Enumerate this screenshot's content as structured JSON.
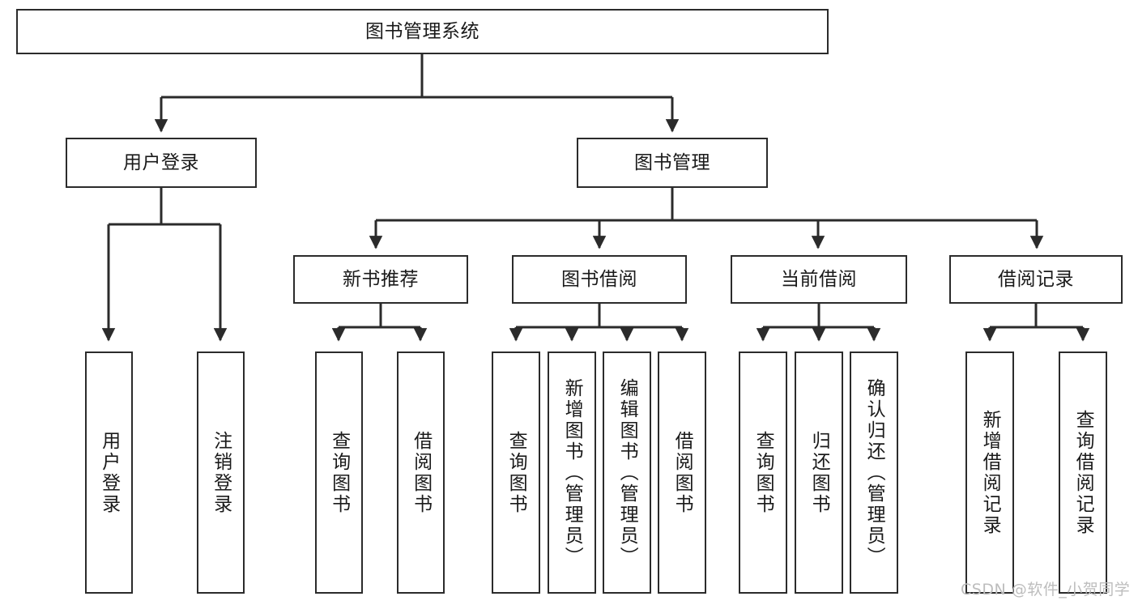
{
  "diagram": {
    "title": "图书管理系统",
    "type": "hierarchy-tree",
    "root": {
      "id": "root",
      "label": "图书管理系统"
    },
    "level2": [
      {
        "id": "user-login",
        "label": "用户登录"
      },
      {
        "id": "book-management",
        "label": "图书管理"
      }
    ],
    "level3": [
      {
        "id": "new-book-recommend",
        "label": "新书推荐",
        "parent": "book-management"
      },
      {
        "id": "book-borrow",
        "label": "图书借阅",
        "parent": "book-management"
      },
      {
        "id": "current-borrow",
        "label": "当前借阅",
        "parent": "book-management"
      },
      {
        "id": "borrow-record",
        "label": "借阅记录",
        "parent": "book-management"
      }
    ],
    "leaves": {
      "user_login": [
        {
          "id": "leaf-user-login",
          "label": "用户登录"
        },
        {
          "id": "leaf-user-logout",
          "label": "注销登录"
        }
      ],
      "new_book_recommend": [
        {
          "id": "leaf-query-book-1",
          "label": "查询图书"
        },
        {
          "id": "leaf-borrow-book-1",
          "label": "借阅图书"
        }
      ],
      "book_borrow": [
        {
          "id": "leaf-query-book-2",
          "label": "查询图书"
        },
        {
          "id": "leaf-add-book",
          "label": "新增图书（管理员）"
        },
        {
          "id": "leaf-edit-book",
          "label": "编辑图书（管理员）"
        },
        {
          "id": "leaf-borrow-book-2",
          "label": "借阅图书"
        }
      ],
      "current_borrow": [
        {
          "id": "leaf-query-book-3",
          "label": "查询图书"
        },
        {
          "id": "leaf-return-book",
          "label": "归还图书"
        },
        {
          "id": "leaf-confirm-return",
          "label": "确认归还（管理员）"
        }
      ],
      "borrow_record": [
        {
          "id": "leaf-add-record",
          "label": "新增借阅记录"
        },
        {
          "id": "leaf-query-record",
          "label": "查询借阅记录"
        }
      ]
    }
  },
  "watermark": {
    "text": "CSDN @软件_小贺同学"
  },
  "colors": {
    "border": "#2b2b2b",
    "background": "#ffffff",
    "text": "#1a1a1a",
    "watermark": "#bdbdbd"
  }
}
